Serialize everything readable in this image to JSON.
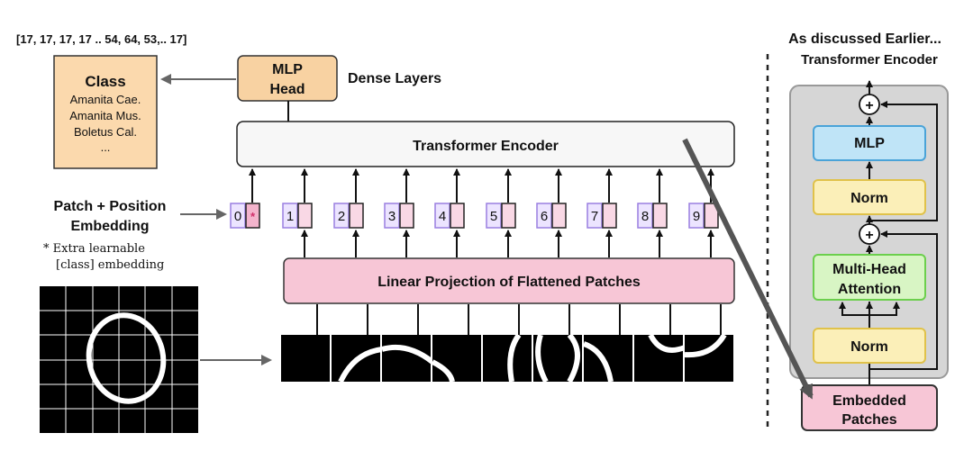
{
  "sequence_text": "[17, 17, 17, 17 .. 54, 64, 53,.. 17]",
  "class_box": {
    "title": "Class",
    "items": [
      "Amanita Cae.",
      "Amanita Mus.",
      "Boletus Cal.",
      "..."
    ]
  },
  "mlp_head": {
    "line1": "MLP",
    "line2": "Head"
  },
  "dense_layers": "Dense Layers",
  "transformer_encoder_main": "Transformer Encoder",
  "patch_position": {
    "line1": "Patch + Position",
    "line2": "Embedding"
  },
  "extra_note": {
    "line1": "* Extra learnable",
    "line2": "[class] embedding"
  },
  "tokens": [
    "0",
    "1",
    "2",
    "3",
    "4",
    "5",
    "6",
    "7",
    "8",
    "9"
  ],
  "class_token_mark": "*",
  "linear_projection": "Linear Projection of Flattened Patches",
  "right_panel": {
    "heading": "As discussed Earlier...",
    "title": "Transformer Encoder",
    "mlp": "MLP",
    "norm_top": "Norm",
    "mha_line1": "Multi-Head",
    "mha_line2": "Attention",
    "norm_bottom": "Norm",
    "embedded_line1": "Embedded",
    "embedded_line2": "Patches",
    "plus": "+"
  },
  "colors": {
    "mlp_head": "#f8d2a2",
    "class_box": "#fbd9ad",
    "projection": "#f7c6d6",
    "token_purple": "#9a7fe0",
    "token_pink": "#f3b4cc",
    "encoder_panel": "#d6d6d6",
    "mlp_block": "#bfe4f7",
    "norm_block": "#fbefb8",
    "mha_block": "#d8f5c4",
    "embedded": "#f7c6d6"
  }
}
